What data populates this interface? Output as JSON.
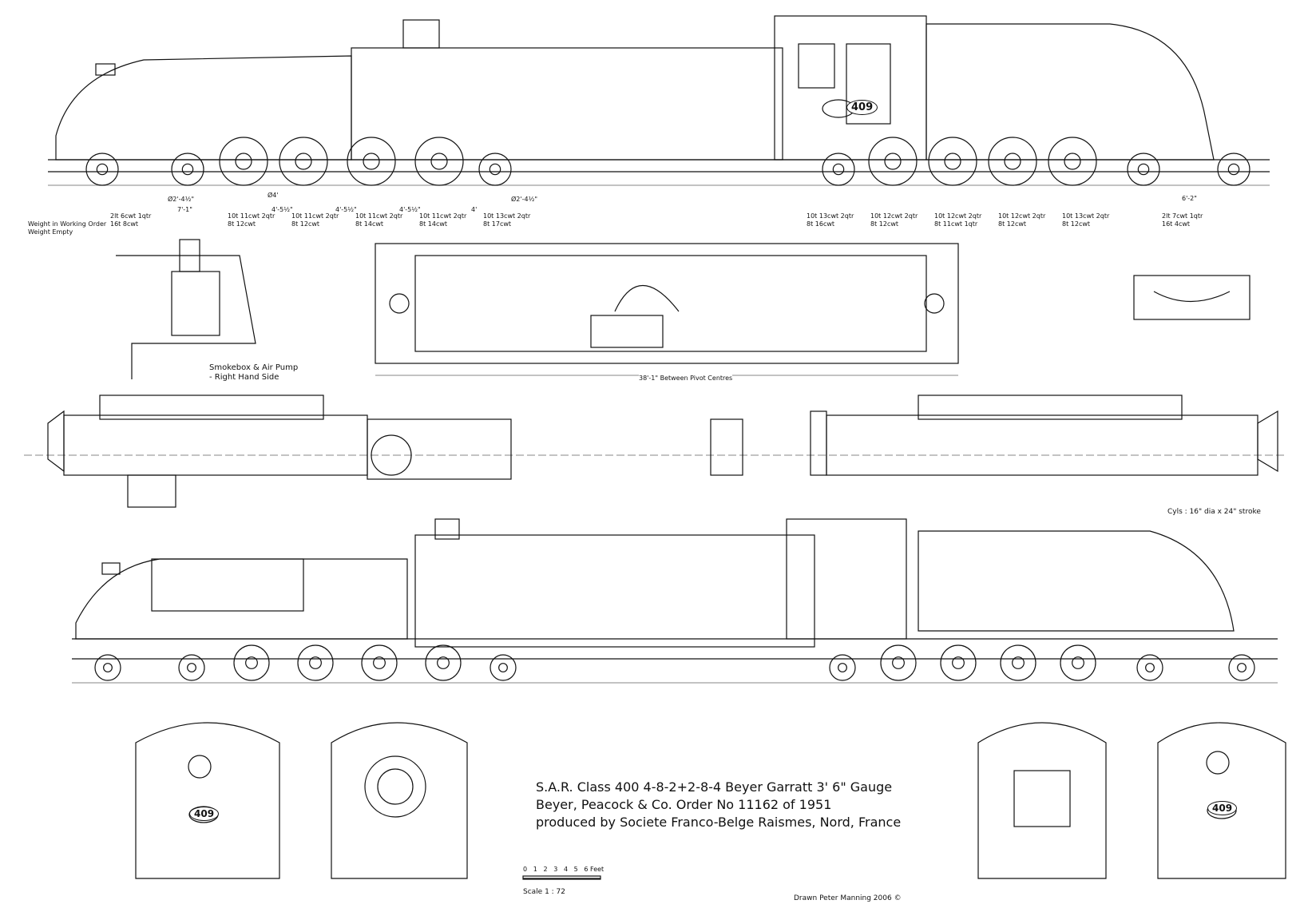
{
  "number_plate": "409",
  "weights": {
    "label_working": "Weight in Working Order",
    "label_empty": "Weight Empty",
    "front": [
      {
        "working": "2lt 6cwt 1qtr",
        "empty": "16t 8cwt"
      },
      {
        "working": "10t 11cwt 2qtr",
        "empty": "8t 12cwt"
      },
      {
        "working": "10t 11cwt 2qtr",
        "empty": "8t 12cwt"
      },
      {
        "working": "10t 11cwt 2qtr",
        "empty": "8t 14cwt"
      },
      {
        "working": "10t 11cwt 2qtr",
        "empty": "8t 14cwt"
      },
      {
        "working": "10t 13cwt 2qtr",
        "empty": "8t 17cwt"
      }
    ],
    "rear": [
      {
        "working": "10t 13cwt 2qtr",
        "empty": "8t 16cwt"
      },
      {
        "working": "10t 12cwt 2qtr",
        "empty": "8t 12cwt"
      },
      {
        "working": "10t 12cwt 2qtr",
        "empty": "8t 11cwt 1qtr"
      },
      {
        "working": "10t 12cwt 2qtr",
        "empty": "8t 12cwt"
      },
      {
        "working": "10t 13cwt 2qtr",
        "empty": "8t 12cwt"
      },
      {
        "working": "2lt 7cwt 1qtr",
        "empty": "16t 4cwt"
      }
    ]
  },
  "dimensions": {
    "pony_wheel": "Ø2'-4½\"",
    "driving_wheel": "Ø4'",
    "rear_pony_wheel": "Ø2'-4½\"",
    "spacings": [
      "7'-1\"",
      "4'-5½\"",
      "4'-5½\"",
      "4'-5½\"",
      "4'"
    ],
    "rear_spacing": "6'-2\"",
    "pivot_centres": "38'-1\" Between Pivot Centres",
    "cylinders": "Cyls : 16\" dia x 24\" stroke"
  },
  "detail_caption": [
    "Smokebox & Air Pump",
    "- Right Hand Side"
  ],
  "title_block": [
    "S.A.R. Class 400 4-8-2+2-8-4 Beyer Garratt 3' 6\" Gauge",
    "Beyer, Peacock & Co. Order No 11162 of 1951",
    "produced by Societe Franco-Belge Raismes, Nord, France"
  ],
  "scale": {
    "ticks": [
      "0",
      "1",
      "2",
      "3",
      "4",
      "5",
      "6"
    ],
    "unit": "Feet",
    "label": "Scale  1 : 72"
  },
  "credit": "Drawn Peter Manning 2006  ©"
}
